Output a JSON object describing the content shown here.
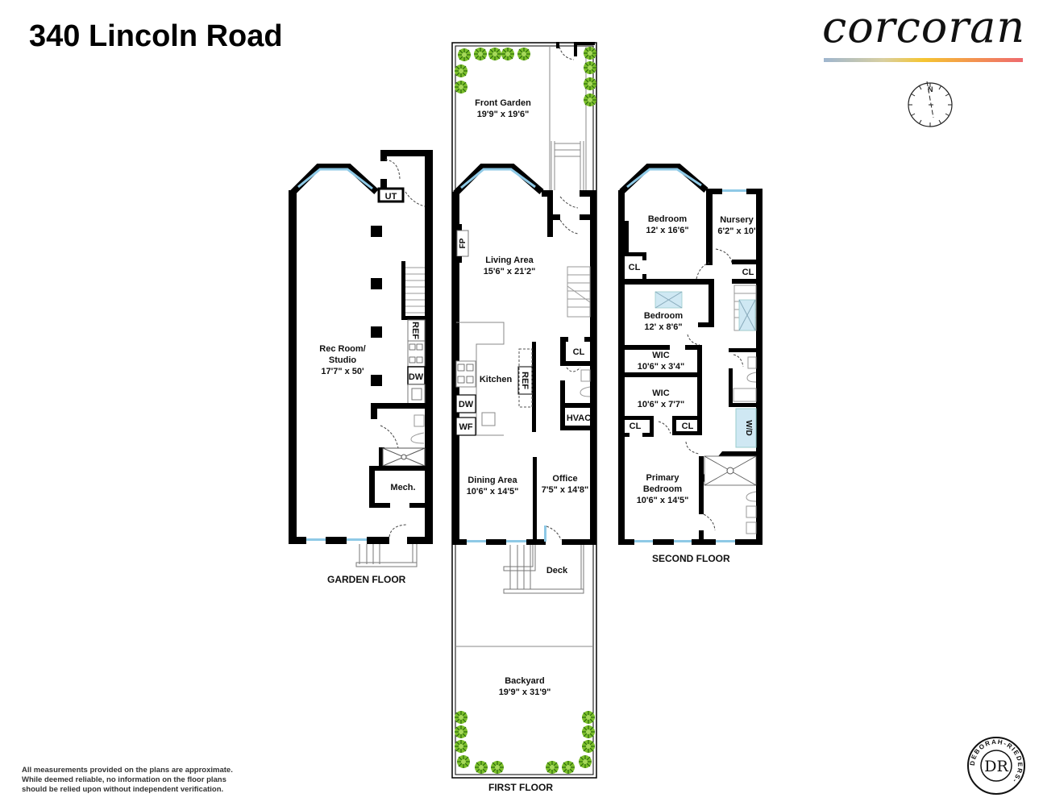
{
  "header": {
    "title": "340 Lincoln Road",
    "brand": "corcoran",
    "brand_colors": [
      "#9fb6cf",
      "#f5c531",
      "#ee6a6f"
    ],
    "compass_label": "N"
  },
  "floors": {
    "garden": {
      "name": "GARDEN FLOOR",
      "rooms": [
        {
          "name": "Rec Room/",
          "name2": "Studio",
          "dims": "17'7\" x 50'"
        },
        {
          "name": "Mech."
        }
      ],
      "fixtures": [
        "UT",
        "REF",
        "DW"
      ]
    },
    "first": {
      "name": "FIRST FLOOR",
      "rooms": [
        {
          "name": "Front Garden",
          "dims": "19'9\" x 19'6\""
        },
        {
          "name": "Living Area",
          "dims": "15'6\" x 21'2\""
        },
        {
          "name": "Kitchen"
        },
        {
          "name": "Dining Area",
          "dims": "10'6\" x 14'5\""
        },
        {
          "name": "Office",
          "dims": "7'5\" x 14'8\""
        },
        {
          "name": "Deck"
        },
        {
          "name": "Backyard",
          "dims": "19'9\" x 31'9\""
        }
      ],
      "fixtures": [
        "FP",
        "REF",
        "DW",
        "WF",
        "CL",
        "HVAC"
      ]
    },
    "second": {
      "name": "SECOND FLOOR",
      "rooms": [
        {
          "name": "Bedroom",
          "dims": "12' x 16'6\""
        },
        {
          "name": "Nursery",
          "dims": "6'2\" x 10'"
        },
        {
          "name": "Bedroom",
          "dims": "12' x 8'6\""
        },
        {
          "name": "WIC",
          "dims": "10'6\" x 3'4\""
        },
        {
          "name": "WIC",
          "dims": "10'6\" x 7'7\""
        },
        {
          "name": "Primary",
          "name2": "Bedroom",
          "dims": "10'6\" x 14'5\""
        }
      ],
      "fixtures": [
        "CL",
        "CL",
        "CL",
        "CL",
        "W/D"
      ]
    }
  },
  "footer": {
    "disclaimer_1": "All measurements provided on the plans are approximate.",
    "disclaimer_2": "While deemed reliable, no information on the floor plans",
    "disclaimer_3": "should be relied upon without independent verification.",
    "stamp_text": "DEBORAH-RIEDERS-",
    "stamp_monogram": "DR"
  }
}
